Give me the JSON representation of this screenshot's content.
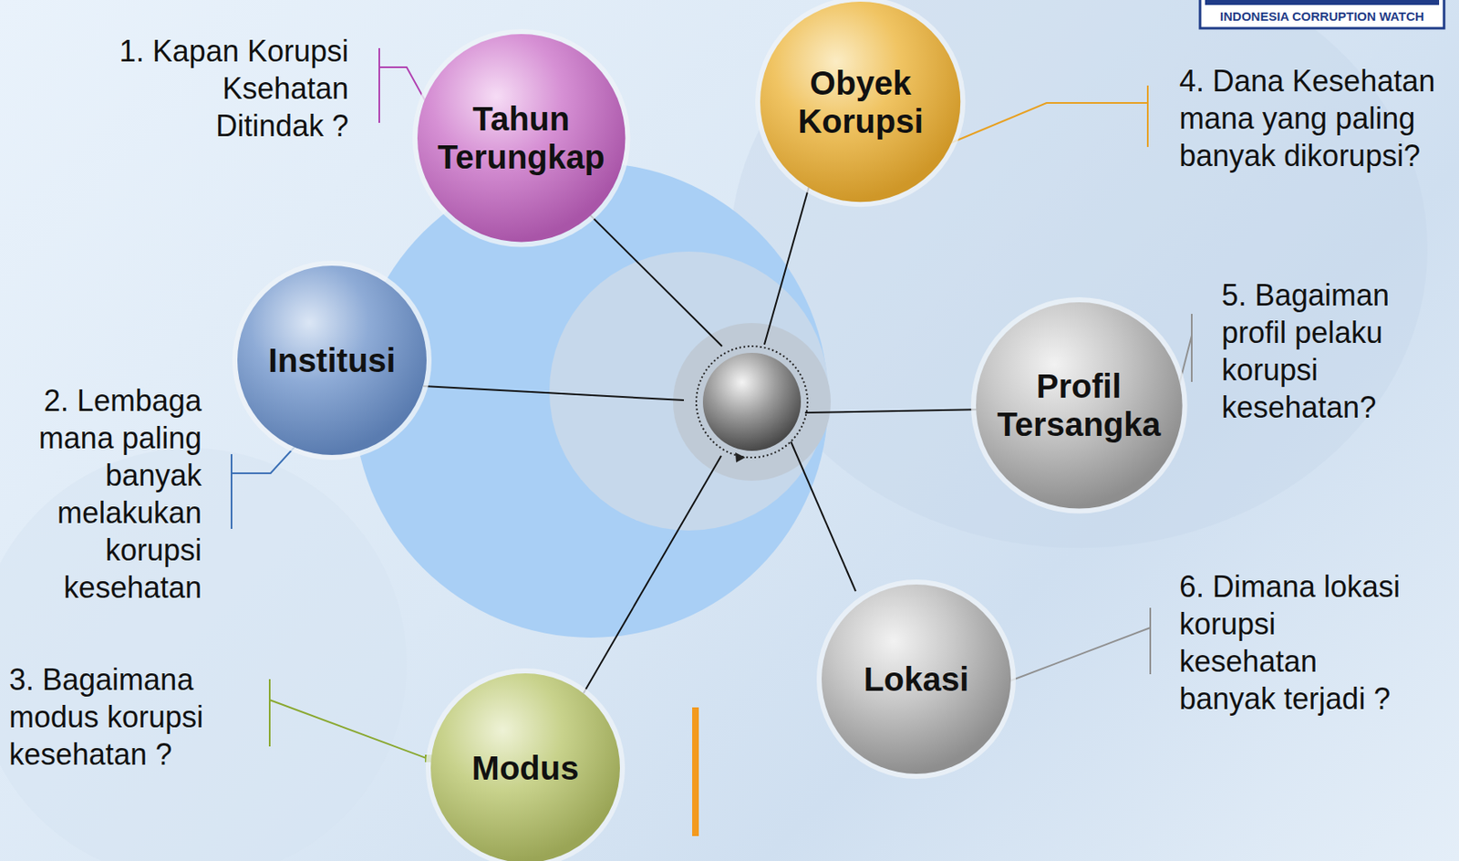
{
  "diagram": {
    "nodes": [
      {
        "text": [
          "Tahun Terungkap"
        ]
      },
      {
        "text": [
          "Obyek Korupsi"
        ]
      },
      {
        "text": [
          "Institusi"
        ]
      },
      {
        "text": [
          "Profil Tersangka"
        ]
      },
      {
        "text": [
          "Lokasi"
        ]
      },
      {
        "text": [
          "Modus"
        ]
      }
    ],
    "labels": [
      "INDONESIA CORRUPTION WATCH",
      "1. Kapan Korupsi Ksehatan Ditindak ?",
      "2. Lembaga mana paling banyak melakukan korupsi kesehatan",
      "3. Bagaimana modus korupsi kesehatan ?",
      "4. Dana Kesehatan mana yang paling banyak dikorupsi?",
      "5. Bagaiman profil pelaku korupsi kesehatan?",
      "6. Dimana lokasi korupsi kesehatan banyak terjadi ?"
    ]
  }
}
